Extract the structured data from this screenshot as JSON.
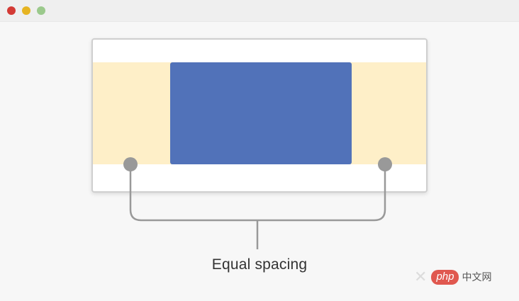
{
  "window": {
    "controls": [
      "close",
      "minimize",
      "maximize"
    ]
  },
  "diagram": {
    "caption": "Equal spacing"
  },
  "watermark": {
    "badge_text": "php",
    "site_text": "中文网"
  },
  "colors": {
    "close": "#d33a35",
    "minimize": "#e6b422",
    "maximize": "#9bc98c",
    "spacing_fill": "#feefc8",
    "block_fill": "#5172b9",
    "connector": "#999999"
  }
}
